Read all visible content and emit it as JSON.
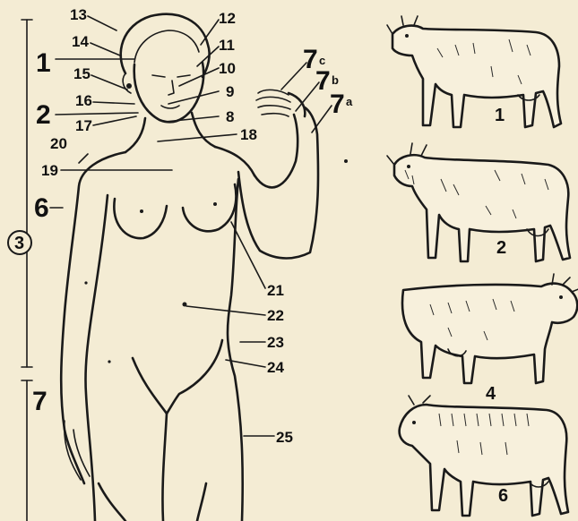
{
  "human_labels": {
    "n1": "1",
    "n2": "2",
    "n3": "3",
    "n6": "6",
    "n7": "7",
    "n7a": "7",
    "sup_a": "a",
    "n7b": "7",
    "sup_b": "b",
    "n7c": "7",
    "sup_c": "c",
    "n8": "8",
    "n9": "9",
    "n10": "10",
    "n11": "11",
    "n12": "12",
    "n13": "13",
    "n14": "14",
    "n15": "15",
    "n16": "16",
    "n17": "17",
    "n18": "18",
    "n19": "19",
    "n20": "20",
    "n21": "21",
    "n22": "22",
    "n23": "23",
    "n24": "24",
    "n25": "25"
  },
  "cow_labels": {
    "c1": "1",
    "c2": "2",
    "c4": "4",
    "c6": "6"
  },
  "colors": {
    "paper": "#f4ecd4",
    "ink": "#1a1a1a"
  }
}
